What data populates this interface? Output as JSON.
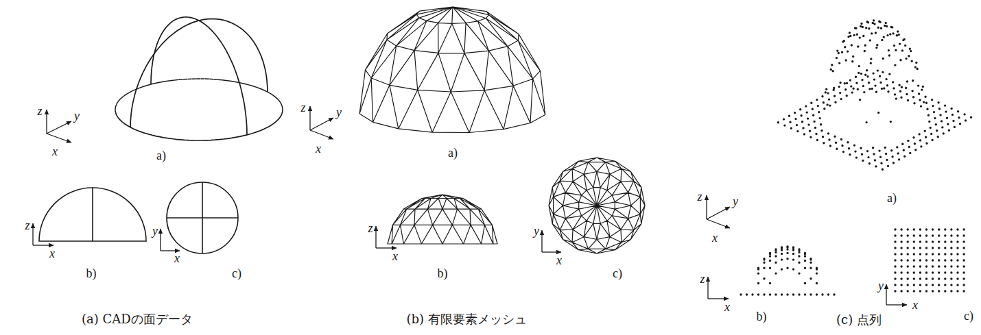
{
  "diagram": {
    "labels": [
      "z",
      "y",
      "x",
      "a)",
      "z",
      "x",
      "b)",
      "y",
      "x",
      "c)",
      "(a) CADの面データ",
      "z",
      "y",
      "x",
      "a)",
      "z",
      "x",
      "b)",
      "y",
      "x",
      "c)",
      "(b) 有限要素メッシュ",
      "z",
      "y",
      "x",
      "a)",
      "z",
      "x",
      "b)",
      "y",
      "x",
      "c)",
      "(c) 点列"
    ]
  }
}
